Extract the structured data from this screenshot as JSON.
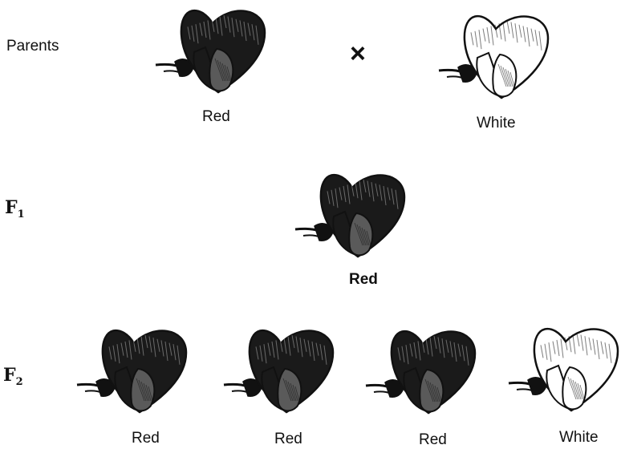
{
  "parents_label": "Parents",
  "cross_symbol": "×",
  "f1_label": "F",
  "f1_sub": "1",
  "f2_label": "F",
  "f2_sub": "2",
  "parents": [
    {
      "color": "Red",
      "fill": "dark"
    },
    {
      "color": "White",
      "fill": "light"
    }
  ],
  "f1": [
    {
      "color": "Red",
      "fill": "dark"
    }
  ],
  "f2": [
    {
      "color": "Red",
      "fill": "dark"
    },
    {
      "color": "Red",
      "fill": "dark"
    },
    {
      "color": "Red",
      "fill": "dark"
    },
    {
      "color": "White",
      "fill": "light"
    }
  ],
  "colors": {
    "dark_petal": "#1a1a1a",
    "light_petal": "#ffffff",
    "ink": "#111111"
  }
}
